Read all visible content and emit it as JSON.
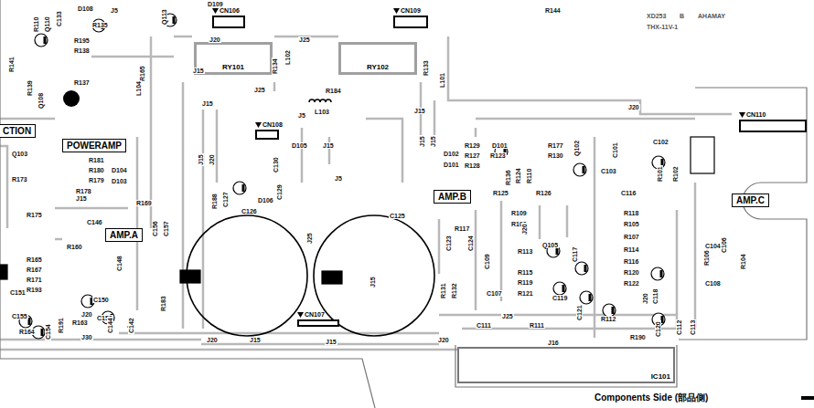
{
  "diagram": {
    "caption": "Components Side (部品側)",
    "nodes": [
      {
        "text": [
          "CN106"
        ]
      },
      {
        "text": [
          "CN109"
        ]
      },
      {
        "text": [
          "RY101"
        ]
      },
      {
        "text": [
          "RY102"
        ]
      },
      {
        "text": [
          "CN110"
        ]
      },
      {
        "text": [
          "CTION"
        ]
      },
      {
        "text": [
          "CN108"
        ]
      },
      {
        "text": [
          "POWERAMP"
        ]
      },
      {
        "text": [
          "AMP.B"
        ]
      },
      {
        "text": [
          "AMP.C"
        ]
      },
      {
        "text": [
          "AMP.A"
        ]
      },
      {
        "text": [
          "CN107"
        ]
      },
      {
        "text": [
          "IC101"
        ]
      }
    ],
    "labels": [
      "D109",
      "R110",
      "Q110",
      "C133",
      "D108",
      "J5",
      "R135",
      "Q113",
      "R195",
      "R138",
      "R141",
      "R139",
      "Q108",
      "R137",
      "R165",
      "L104",
      "J20",
      "J25",
      "R144",
      "XD253",
      "B",
      "YAMAHA",
      "THX-11V-1",
      "R134",
      "L102",
      "R133",
      "L101",
      "J15",
      "J25",
      "J15",
      "R184",
      "L103",
      "J5",
      "J15",
      "J20",
      "R129",
      "D101",
      "R127",
      "R123",
      "D102",
      "D101",
      "R128",
      "R177",
      "R130",
      "Q102",
      "C101",
      "C102",
      "C103",
      "R101",
      "R102",
      "R136",
      "R124",
      "R110",
      "R126",
      "C116",
      "R125",
      "R118",
      "R109",
      "R103",
      "R105",
      "R107",
      "R117",
      "C123",
      "C124",
      "C109",
      "R113",
      "R114",
      "Q105",
      "C117",
      "R116",
      "R115",
      "R119",
      "R120",
      "R121",
      "R122",
      "C104",
      "C106",
      "R106",
      "R104",
      "C108",
      "C118",
      "J20",
      "R131",
      "R132",
      "C107",
      "C119",
      "C121",
      "R112",
      "C111",
      "R111",
      "C120",
      "C112",
      "C113",
      "R190",
      "J25",
      "J16",
      "J20",
      "J15",
      "J20",
      "J15",
      "J30",
      "J20",
      "J5",
      "R164",
      "C155",
      "C154",
      "R191",
      "R163",
      "C152",
      "C144",
      "C142",
      "R183",
      "C150",
      "C151",
      "R193",
      "R171",
      "R167",
      "R165",
      "C148",
      "R160",
      "R175",
      "C146",
      "C156",
      "C157",
      "R169",
      "R178",
      "J15",
      "R179",
      "D103",
      "R180",
      "D104",
      "R181",
      "Q103",
      "R173",
      "R188",
      "C127",
      "D106",
      "C126",
      "C129",
      "C130",
      "D105",
      "J15",
      "J5",
      "J25",
      "C125",
      "J15",
      "J20",
      "J15",
      "J15",
      "J15",
      "J20"
    ]
  }
}
